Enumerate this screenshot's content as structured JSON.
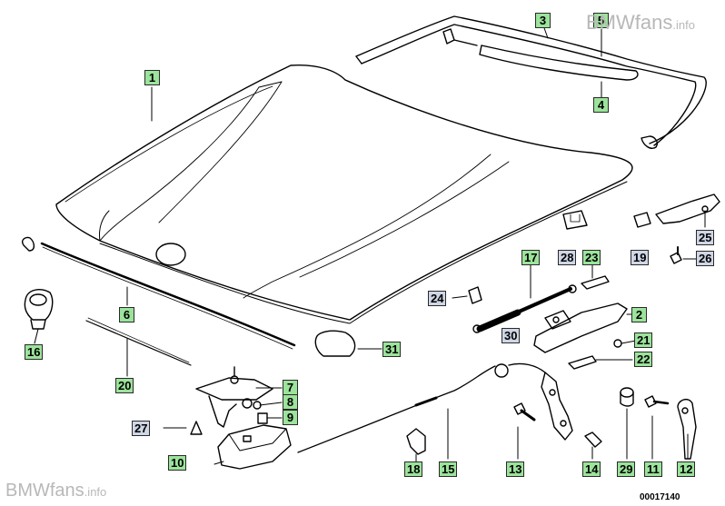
{
  "diagram": {
    "labels": [
      {
        "id": "1",
        "style": "green"
      },
      {
        "id": "2",
        "style": "green"
      },
      {
        "id": "3",
        "style": "green"
      },
      {
        "id": "4",
        "style": "green"
      },
      {
        "id": "5",
        "style": "green"
      },
      {
        "id": "6",
        "style": "green"
      },
      {
        "id": "7",
        "style": "green"
      },
      {
        "id": "8",
        "style": "green"
      },
      {
        "id": "9",
        "style": "green"
      },
      {
        "id": "10",
        "style": "green"
      },
      {
        "id": "11",
        "style": "green"
      },
      {
        "id": "12",
        "style": "green"
      },
      {
        "id": "13",
        "style": "green"
      },
      {
        "id": "14",
        "style": "green"
      },
      {
        "id": "15",
        "style": "green"
      },
      {
        "id": "16",
        "style": "green"
      },
      {
        "id": "17",
        "style": "green"
      },
      {
        "id": "18",
        "style": "green"
      },
      {
        "id": "19",
        "style": "blue"
      },
      {
        "id": "20",
        "style": "green"
      },
      {
        "id": "21",
        "style": "green"
      },
      {
        "id": "22",
        "style": "green"
      },
      {
        "id": "23",
        "style": "green"
      },
      {
        "id": "24",
        "style": "blue"
      },
      {
        "id": "25",
        "style": "blue"
      },
      {
        "id": "26",
        "style": "blue"
      },
      {
        "id": "27",
        "style": "blue"
      },
      {
        "id": "28",
        "style": "blue"
      },
      {
        "id": "29",
        "style": "green"
      },
      {
        "id": "30",
        "style": "blue"
      },
      {
        "id": "31",
        "style": "green"
      }
    ],
    "watermark_top": {
      "brand": "BMWfans",
      "suffix": ".info"
    },
    "watermark_bottom": {
      "brand": "BMWfans",
      "suffix": ".info"
    },
    "drawing_code": "00017140"
  },
  "colors": {
    "green_label": "#9ce39b",
    "blue_label": "#cfd6e6",
    "line": "#000000"
  }
}
